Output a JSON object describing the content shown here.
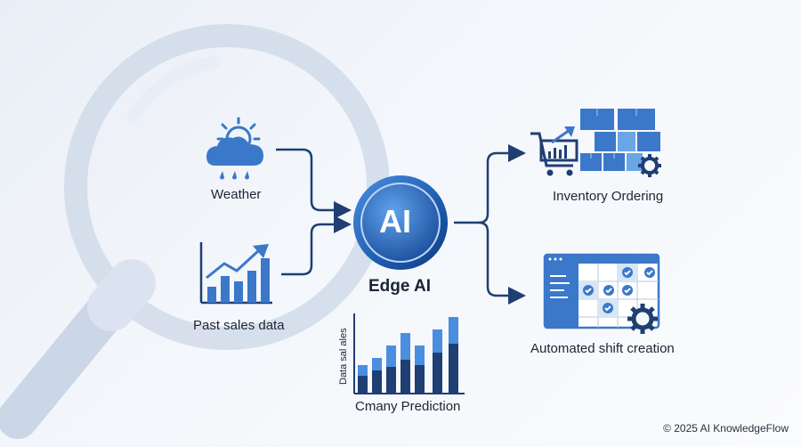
{
  "inputs": {
    "weather": "Weather",
    "past_sales": "Past sales data"
  },
  "hub": {
    "logo_text": "AI",
    "label": "Edge AI"
  },
  "outputs": {
    "inventory": "Inventory Ordering",
    "shifts": "Automated shift creation"
  },
  "prediction_chart": {
    "axis_label": "Data sal ales",
    "caption": "Cmany Prediction"
  },
  "footer": {
    "copyright": "© 2025 AI KnowledgeFlow"
  },
  "colors": {
    "navy": "#1f3f73",
    "blue": "#3b78c9",
    "light_blue": "#6aa6e6",
    "magnifier": "#cfd9e8"
  },
  "icons": [
    "magnifying-glass-icon",
    "weather-cloud-icon",
    "sales-chart-icon",
    "ai-chip-icon",
    "shopping-cart-icon",
    "inventory-boxes-icon",
    "gear-icon",
    "schedule-grid-icon"
  ]
}
